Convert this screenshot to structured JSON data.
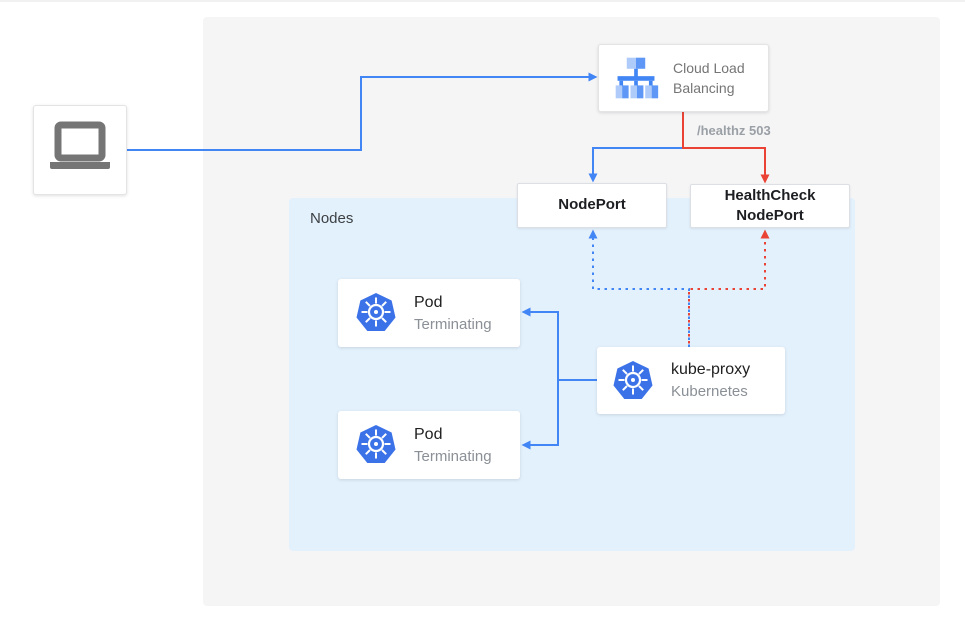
{
  "diagram": {
    "outer_panel_label": "",
    "nodes_panel": {
      "label": "Nodes"
    },
    "client": {
      "icon": "laptop-icon"
    },
    "cloud_load_balancing": {
      "label": "Cloud Load Balancing",
      "icon": "load-balancer-icon"
    },
    "health_probe": {
      "label": "/healthz 503"
    },
    "nodeport": {
      "label": "NodePort"
    },
    "healthcheck_nodeport": {
      "label": "HealthCheck NodePort"
    },
    "kube_proxy": {
      "title": "kube-proxy",
      "subtitle": "Kubernetes",
      "icon": "kubernetes-icon"
    },
    "pods": [
      {
        "title": "Pod",
        "status": "Terminating",
        "icon": "kubernetes-icon"
      },
      {
        "title": "Pod",
        "status": "Terminating",
        "icon": "kubernetes-icon"
      }
    ],
    "colors": {
      "traffic_blue": "#4285f4",
      "health_red": "#ea4335",
      "outer_panel_bg": "#f5f5f6",
      "nodes_panel_bg": "#e3f1fd",
      "kubernetes_blue": "#326ce5",
      "icon_gray": "#757575",
      "muted_text": "#9aa0a6"
    }
  }
}
